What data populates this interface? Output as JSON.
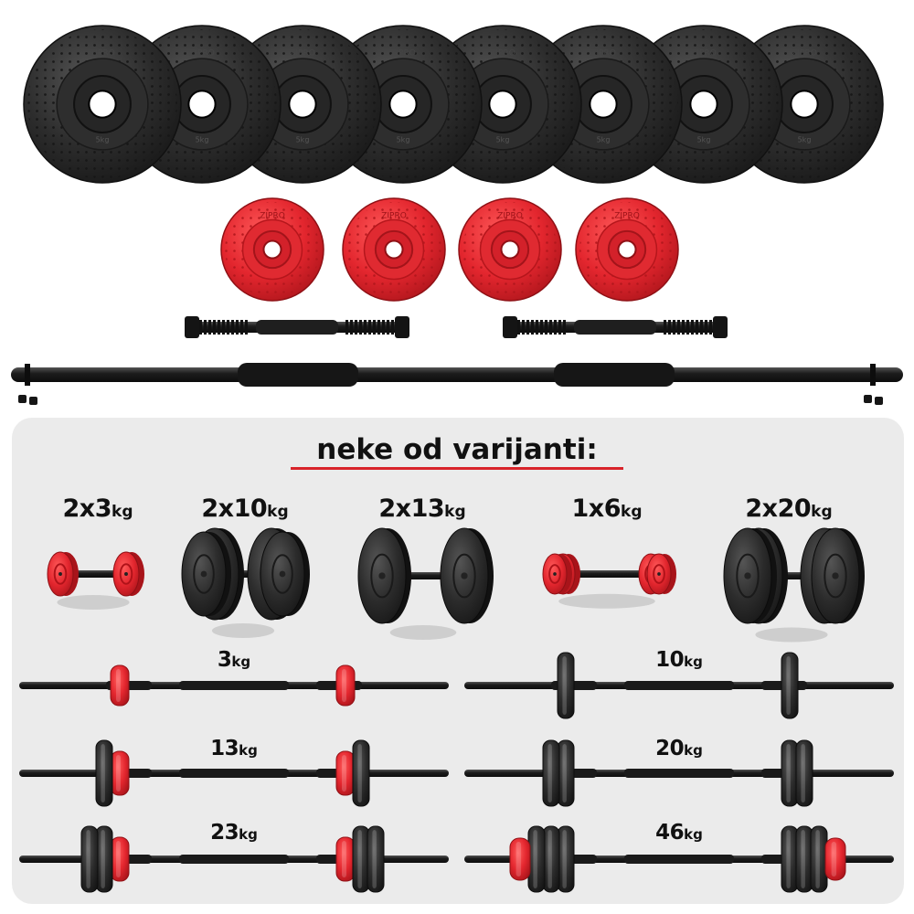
{
  "heading": "neke od varijanti:",
  "plate_emboss": "ZIPRO",
  "plate_emboss_weight": "5kg",
  "dumbbell_sets": [
    {
      "num": "2x3",
      "unit": "kg"
    },
    {
      "num": "2x10",
      "unit": "kg"
    },
    {
      "num": "2x13",
      "unit": "kg"
    },
    {
      "num": "1x6",
      "unit": "kg"
    },
    {
      "num": "2x20",
      "unit": "kg"
    }
  ],
  "barbell_sets": [
    {
      "num": "3",
      "unit": "kg"
    },
    {
      "num": "10",
      "unit": "kg"
    },
    {
      "num": "13",
      "unit": "kg"
    },
    {
      "num": "20",
      "unit": "kg"
    },
    {
      "num": "23",
      "unit": "kg"
    },
    {
      "num": "46",
      "unit": "kg"
    }
  ],
  "colors": {
    "plate_black": "#2a2a2a",
    "plate_red": "#d8232a",
    "accent_line": "#d8232a",
    "panel": "#ebebeb"
  }
}
